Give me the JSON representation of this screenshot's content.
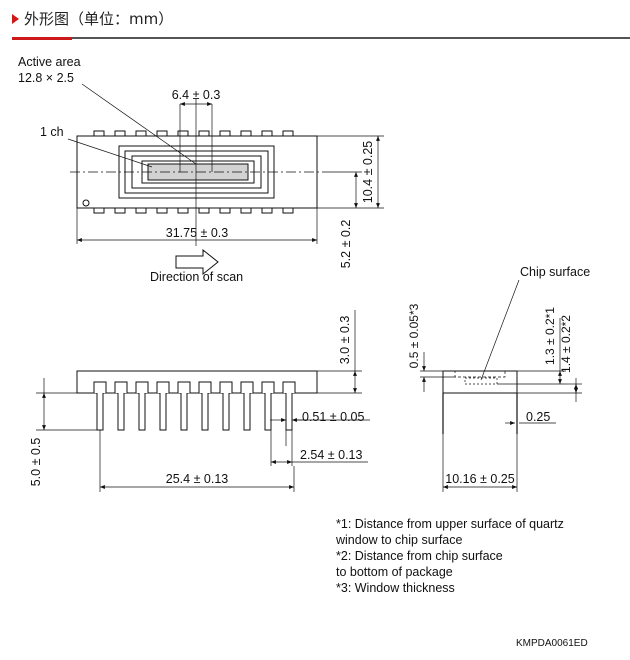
{
  "header": {
    "title": "外形图（单位：mm）",
    "accent_color": "#cc1a1a",
    "icon": "triangle-marker-icon"
  },
  "top_view": {
    "active_area_label": "Active area",
    "active_area_size": "12.8 × 2.5",
    "ch1_label": "1 ch",
    "window_width": "6.4 ± 0.3",
    "package_height": "10.4 ± 0.25",
    "package_length": "31.75 ± 0.3",
    "offset": "5.2 ± 0.2",
    "scan_label": "Direction of scan"
  },
  "side_view": {
    "height": "3.0 ± 0.3",
    "pin_width": "0.51 ± 0.05",
    "pin_pitch": "2.54 ± 0.13",
    "pin_length": "5.0 ± 0.5",
    "pin_span": "25.4 ± 0.13"
  },
  "end_view": {
    "chip_surface_label": "Chip surface",
    "window_thickness": "0.5 ± 0.05*3",
    "chip_depth": "1.3 ± 0.2*1",
    "chip_to_bottom": "1.4 ± 0.2*2",
    "lead_thickness": "0.25",
    "row_spacing": "10.16 ± 0.25"
  },
  "notes": [
    "*1: Distance from upper surface of quartz",
    "      window to chip surface",
    "*2: Distance from chip surface",
    "      to bottom of package",
    "*3: Window thickness"
  ],
  "figure_code": "KMPDA0061ED"
}
